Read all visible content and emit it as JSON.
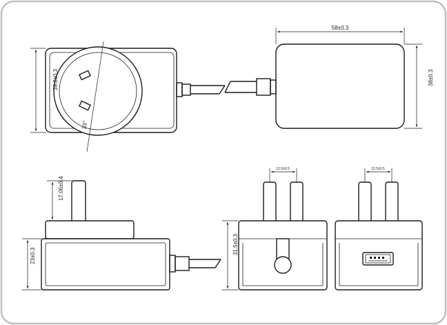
{
  "dimensions": {
    "top_right_width": "58±0.3",
    "top_right_height": "38±0.3",
    "top_left_height": "39.8±0.3",
    "top_left_angle": "33°",
    "side_pin_height": "17.06±0.4",
    "side_body_height": "23±0.3",
    "front_height": "31.5±0.3",
    "front_pin_spacing": "12.5±0.5",
    "back_pin_spacing": "12.5±0.5"
  }
}
